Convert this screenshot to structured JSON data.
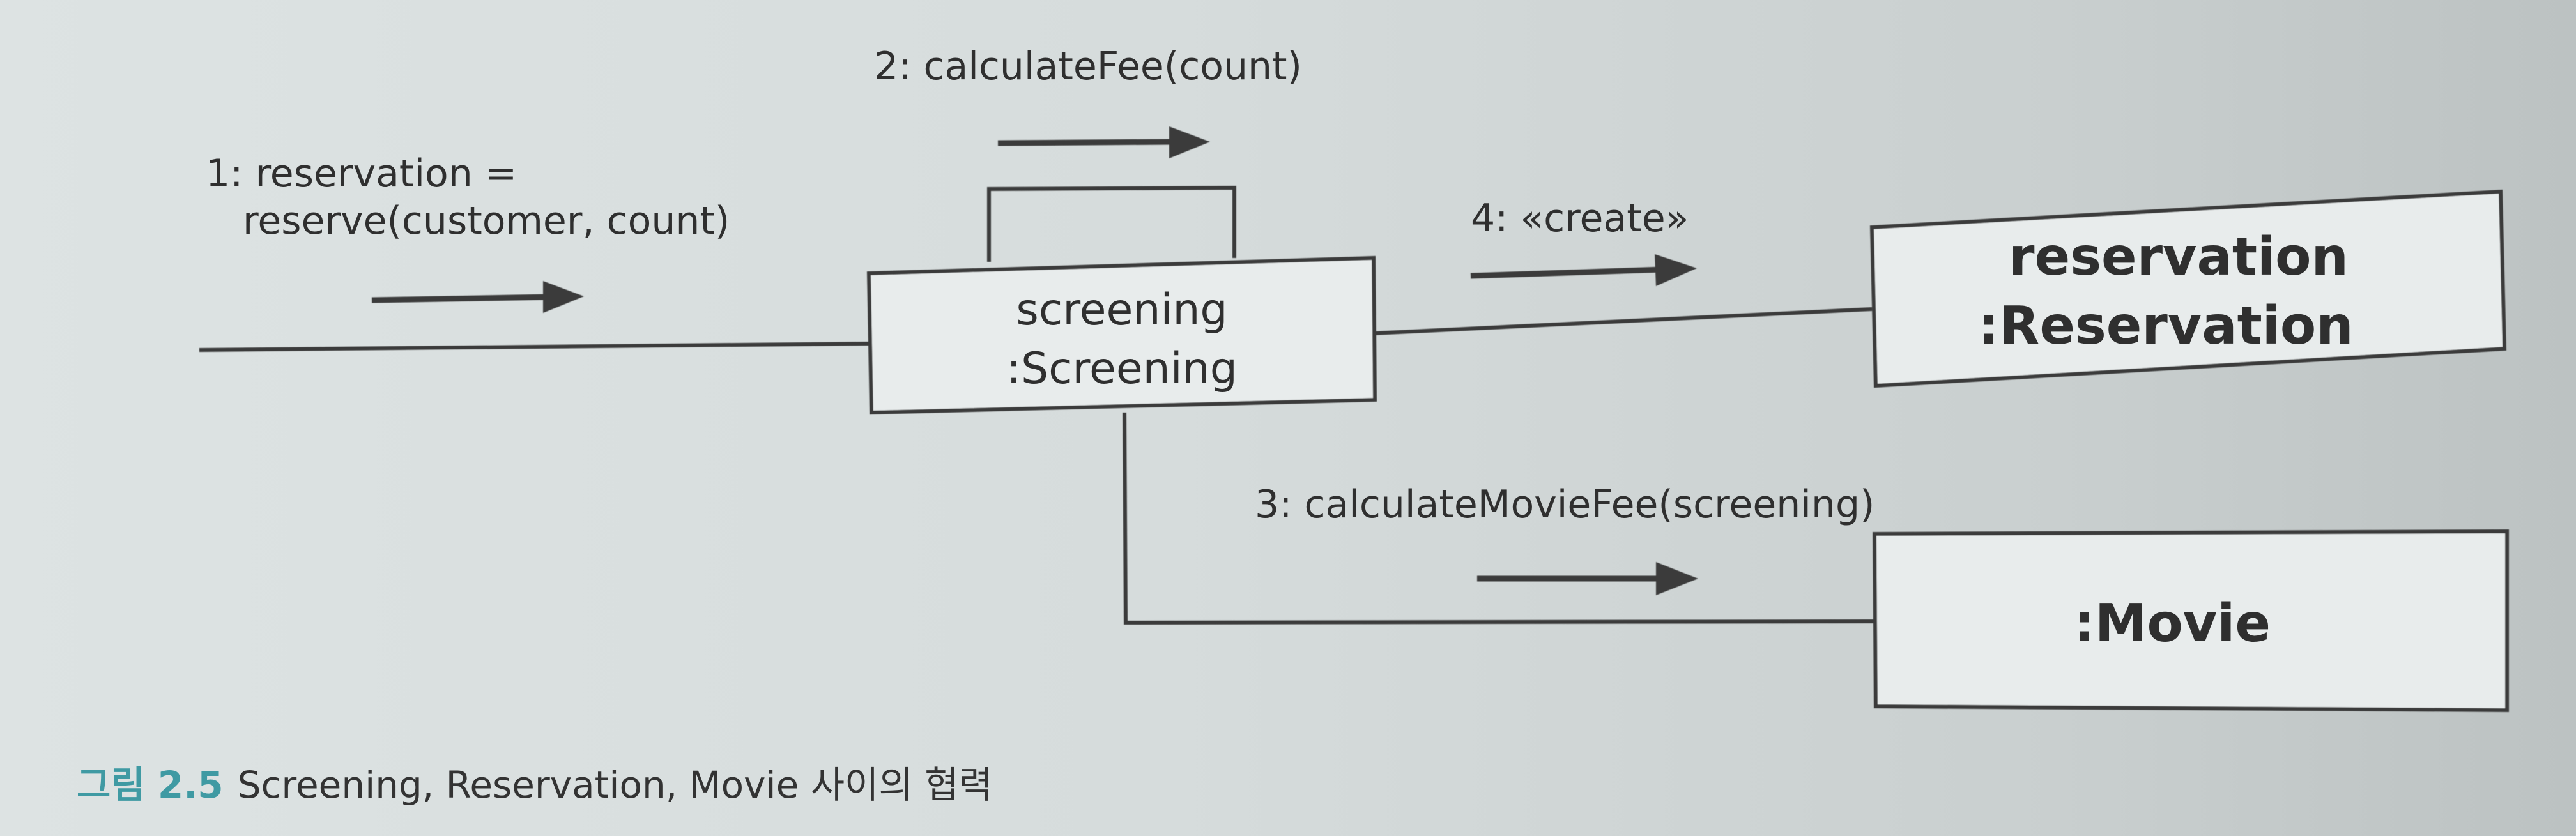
{
  "messages": {
    "m1_line1": "1: reservation =",
    "m1_line2": "reserve(customer, count)",
    "m2": "2: calculateFee(count)",
    "m3": "3: calculateMovieFee(screening)",
    "m4": "4: «create»"
  },
  "objects": {
    "screening": {
      "name": "screening",
      "type": ":Screening"
    },
    "reservation": {
      "name": "reservation",
      "type": ":Reservation"
    },
    "movie": {
      "type": ":Movie"
    }
  },
  "caption": {
    "figure_number": "그림 2.5",
    "text": "Screening, Reservation, Movie 사이의 협력"
  }
}
